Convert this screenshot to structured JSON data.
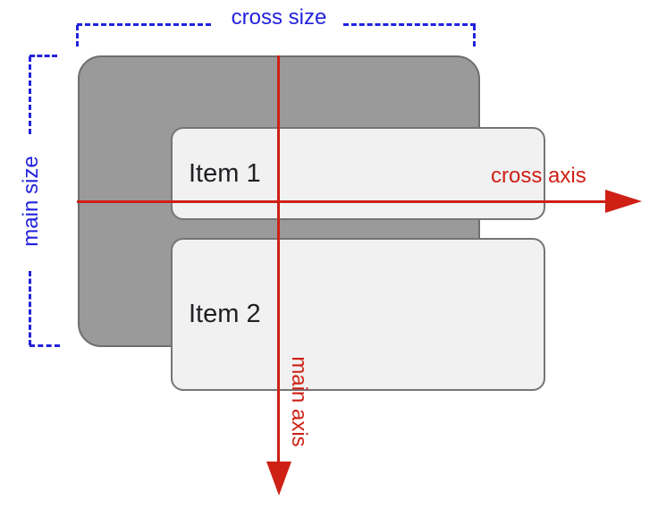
{
  "diagram": {
    "container": {
      "items": [
        {
          "label": "Item 1"
        },
        {
          "label": "Item 2"
        }
      ]
    },
    "labels": {
      "cross_size": "cross size",
      "main_size": "main size",
      "cross_axis": "cross axis",
      "main_axis": "main axis"
    },
    "colors": {
      "axis_red": "#ce2015",
      "size_blue": "#2222dd",
      "container_fill": "#9a9a9a",
      "container_border": "#6e6e6e",
      "item_fill": "#f1f1f2",
      "item_border": "#757575",
      "item_text": "#202124"
    }
  }
}
